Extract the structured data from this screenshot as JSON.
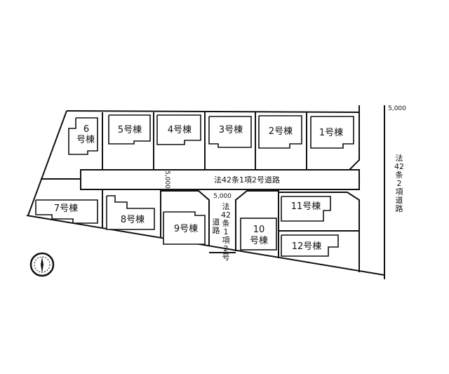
{
  "lots": {
    "l1": "1号棟",
    "l2": "2号棟",
    "l3": "3号棟",
    "l4": "4号棟",
    "l5": "5号棟",
    "l6a": "6",
    "l6b": "号棟",
    "l7": "7号棟",
    "l8": "8号棟",
    "l9": "9号棟",
    "l10a": "10",
    "l10b": "号棟",
    "l11": "11号棟",
    "l12": "12号棟"
  },
  "roads": {
    "main": "法42条1項2号道路",
    "side_lines": [
      "法",
      "42",
      "条",
      "1",
      "項",
      "2",
      "号"
    ],
    "side_left": [
      "道",
      "路"
    ],
    "right_lines": [
      "法",
      "42",
      "条",
      "2",
      "項",
      "道",
      "路"
    ]
  },
  "dimensions": {
    "top_right": "5,000",
    "main_road": "5,000",
    "side_road": "5,000"
  },
  "compass": {
    "icon": "compass-icon"
  }
}
